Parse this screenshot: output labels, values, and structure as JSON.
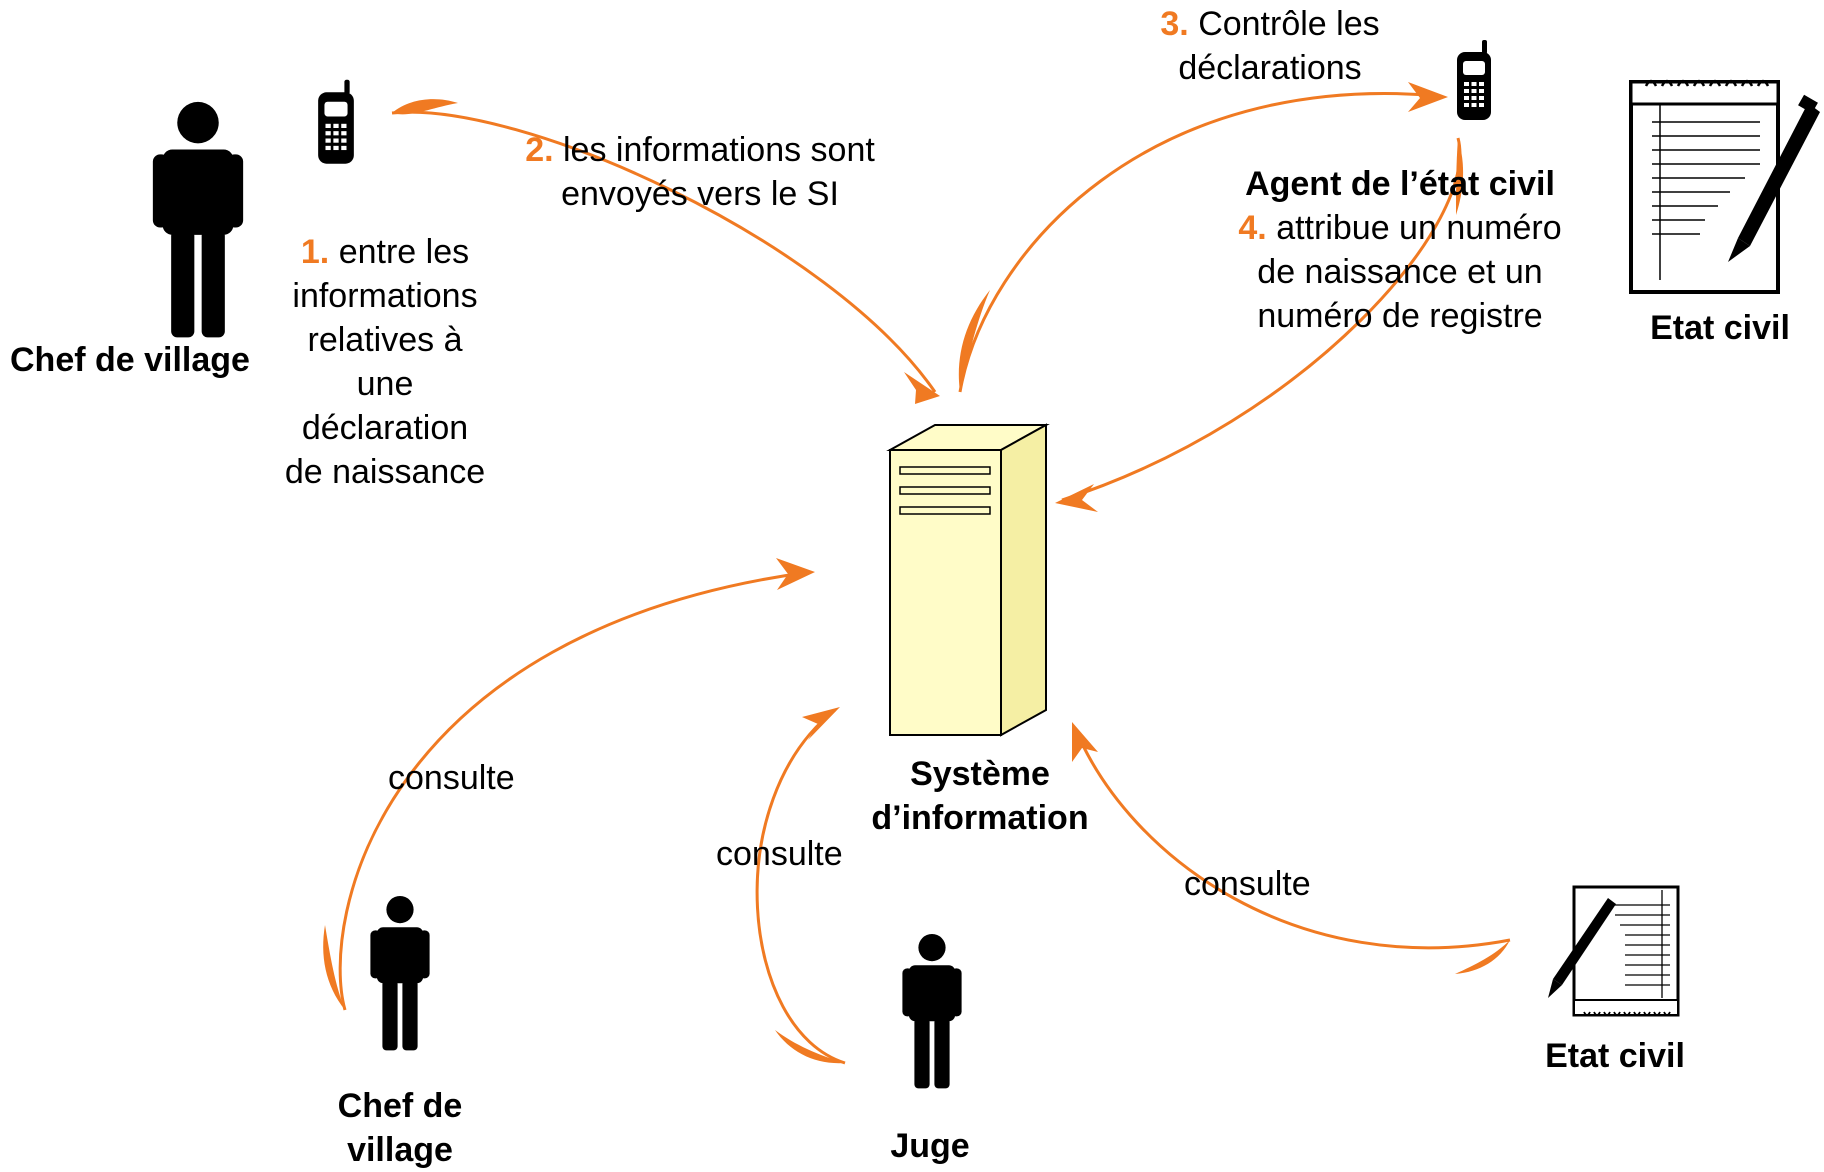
{
  "colors": {
    "arrow": "#f07a22",
    "server_fill": "#fffcc8",
    "figure": "#000000"
  },
  "labels": {
    "chef_village_top": "Chef de village",
    "step1_num": "1.",
    "step1_line1": "entre les",
    "step1_line2": "informations",
    "step1_line3": "relatives à",
    "step1_line4": "une",
    "step1_line5": "déclaration",
    "step1_line6": "de naissance",
    "step2_num": "2.",
    "step2_line1": "les informations sont",
    "step2_line2": "envoyés vers le SI",
    "step3_num": "3.",
    "step3_line1": "Contrôle les",
    "step3_line2": "déclarations",
    "agent": "Agent de l’état civil",
    "step4_num": "4.",
    "step4_line1": "attribue un numéro",
    "step4_line2": "de naissance et un",
    "step4_line3": "numéro de registre",
    "etat_civil_top": "Etat civil",
    "systeme_line1": "Système",
    "systeme_line2": "d’information",
    "consulte_left": "consulte",
    "consulte_middle": "consulte",
    "consulte_right": "consulte",
    "chef_village_bottom_line1": "Chef de",
    "chef_village_bottom_line2": "village",
    "juge": "Juge",
    "etat_civil_bottom": "Etat civil"
  },
  "icons": {
    "person": "person-icon",
    "phone": "phone-icon",
    "server": "server-icon",
    "register": "register-notepad-icon"
  }
}
